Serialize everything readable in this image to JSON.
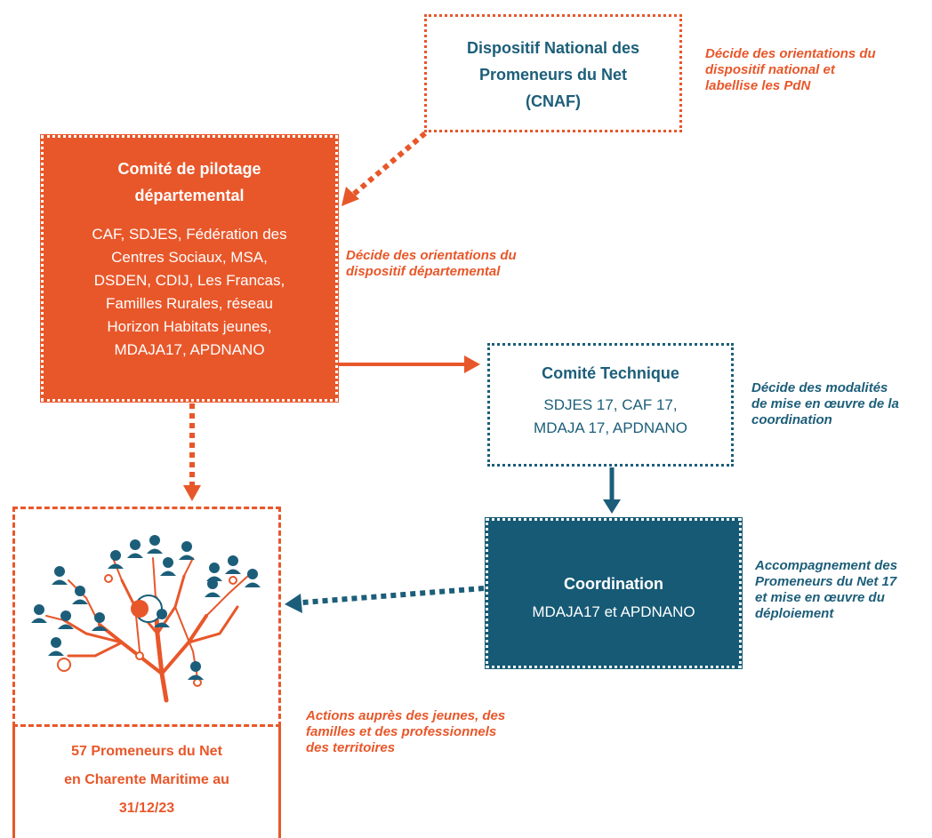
{
  "cnaf": {
    "lines": [
      "Dispositif National des",
      "Promeneurs du Net",
      "(CNAF)"
    ],
    "note": [
      "Décide des orientations du",
      "dispositif national et",
      "labellise les PdN"
    ]
  },
  "copil": {
    "title": [
      "Comité de pilotage",
      "départemental"
    ],
    "members": [
      "CAF, SDJES, Fédération des",
      "Centres Sociaux, MSA,",
      "DSDEN, CDIJ, Les Francas,",
      "Familles Rurales, réseau",
      "Horizon Habitats jeunes,",
      "MDAJA17, APDNANO"
    ],
    "note": [
      "Décide des orientations du",
      "dispositif départemental"
    ]
  },
  "technique": {
    "title": "Comité Technique",
    "members": [
      "SDJES 17, CAF 17,",
      "MDAJA 17, APDNANO"
    ],
    "note": [
      "Décide des modalités",
      "de mise en œuvre de la",
      "coordination"
    ]
  },
  "coordination": {
    "title": "Coordination",
    "members": "MDAJA17 et APDNANO",
    "note": [
      "Accompagnement des",
      "Promeneurs du Net 17",
      "et mise en œuvre du",
      "déploiement"
    ]
  },
  "promeneurs": {
    "lines": [
      "57 Promeneurs du Net",
      "en Charente Maritime au",
      "31/12/23"
    ],
    "note": [
      "Actions auprès des jeunes, des",
      "familles et des professionnels",
      "des territoires"
    ]
  },
  "colors": {
    "orange": "#e8572a",
    "teal": "#1c5e79",
    "dark_teal": "#165a75"
  }
}
